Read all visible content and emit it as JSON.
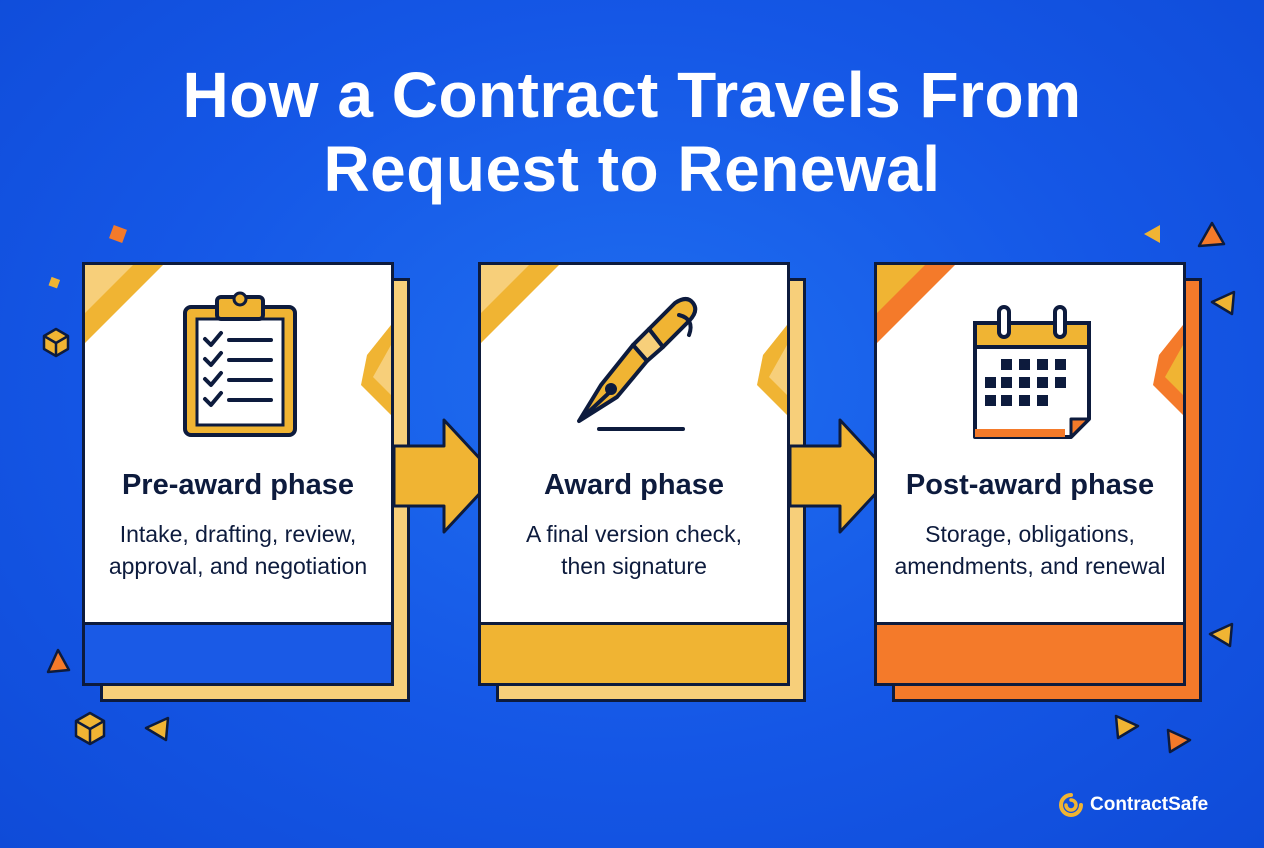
{
  "title_line1": "How a Contract Travels From",
  "title_line2": "Request to Renewal",
  "phases": [
    {
      "heading": "Pre-award phase",
      "desc_line1": "Intake, drafting, review,",
      "desc_line2": "approval, and negotiation",
      "icon": "clipboard-checklist-icon",
      "band_color": "#1a5ae6"
    },
    {
      "heading": "Award phase",
      "desc_line1": "A final version check,",
      "desc_line2": "then signature",
      "icon": "fountain-pen-icon",
      "band_color": "#f0b433"
    },
    {
      "heading": "Post-award phase",
      "desc_line1": "Storage, obligations,",
      "desc_line2": "amendments, and renewal",
      "icon": "calendar-icon",
      "band_color": "#f47a2a"
    }
  ],
  "brand": "ContractSafe",
  "colors": {
    "background": "#1557e6",
    "navy": "#0d1b3d",
    "gold": "#f0b433",
    "orange": "#f47a2a",
    "light_gold": "#f7cf7a"
  }
}
